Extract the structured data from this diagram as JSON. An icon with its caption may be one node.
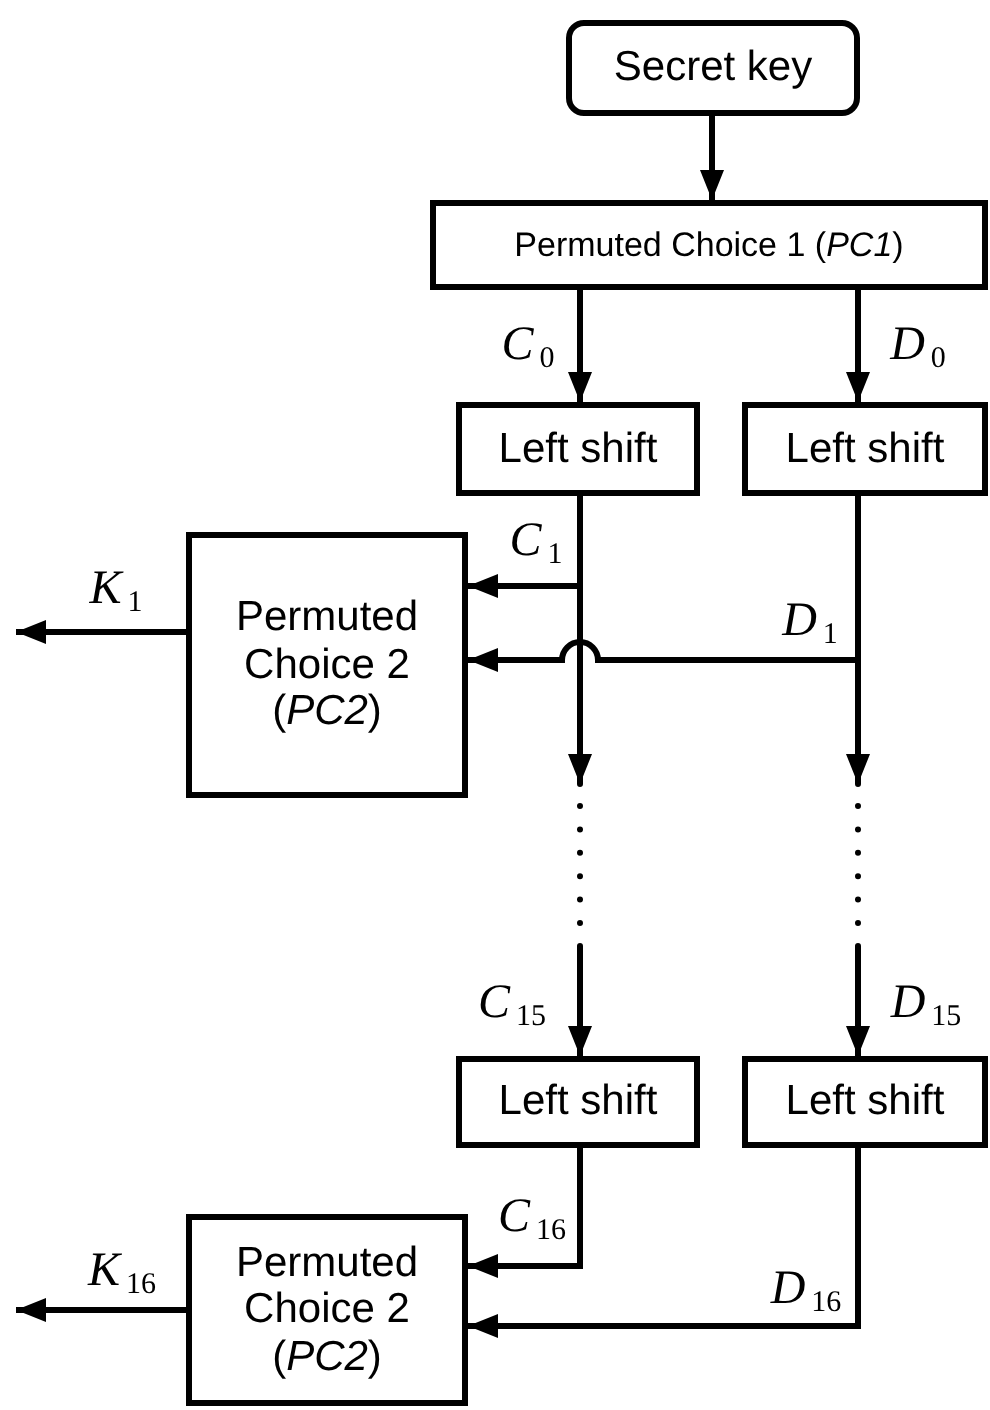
{
  "diagram": {
    "nodes": [
      {
        "text": [
          "Secret key"
        ]
      },
      {
        "text": [
          "Permuted Choice 1 (*PC1*)"
        ]
      },
      {
        "text": [
          "Left shift"
        ]
      },
      {
        "text": [
          "Left shift"
        ]
      },
      {
        "text": [
          "Permuted Choice 2 (*PC2*)"
        ]
      },
      {
        "text": [
          "Left shift"
        ]
      },
      {
        "text": [
          "Left shift"
        ]
      },
      {
        "text": [
          "Permuted Choice 2 (*PC2*)"
        ]
      }
    ],
    "edges": [
      {
        "from": 0,
        "to": 1,
        "arrow": "to"
      },
      {
        "from": 1,
        "to": 2,
        "arrow": "to",
        "label": "C$_{0}$"
      },
      {
        "from": 1,
        "to": 3,
        "arrow": "to",
        "label": "D$_{0}$"
      },
      {
        "from": 2,
        "to": 4,
        "arrow": "to",
        "label": "C$_{1}$"
      },
      {
        "from": 3,
        "to": 4,
        "arrow": "to",
        "label": "D$_{1}$"
      },
      {
        "from": 4,
        "to": null,
        "arrow": "to",
        "label": "K$_{1}$"
      },
      {
        "from": 2,
        "to": 5,
        "arrow": "to",
        "label": "C$_{15}$",
        "style": "dashed"
      },
      {
        "from": 3,
        "to": 6,
        "arrow": "to",
        "label": "D$_{15}$",
        "style": "dashed"
      },
      {
        "from": 5,
        "to": 7,
        "arrow": "to",
        "label": "C$_{16}$"
      },
      {
        "from": 6,
        "to": 7,
        "arrow": "to",
        "label": "D$_{16}$"
      },
      {
        "from": 7,
        "to": null,
        "arrow": "to",
        "label": "K$_{16}$"
      }
    ]
  }
}
